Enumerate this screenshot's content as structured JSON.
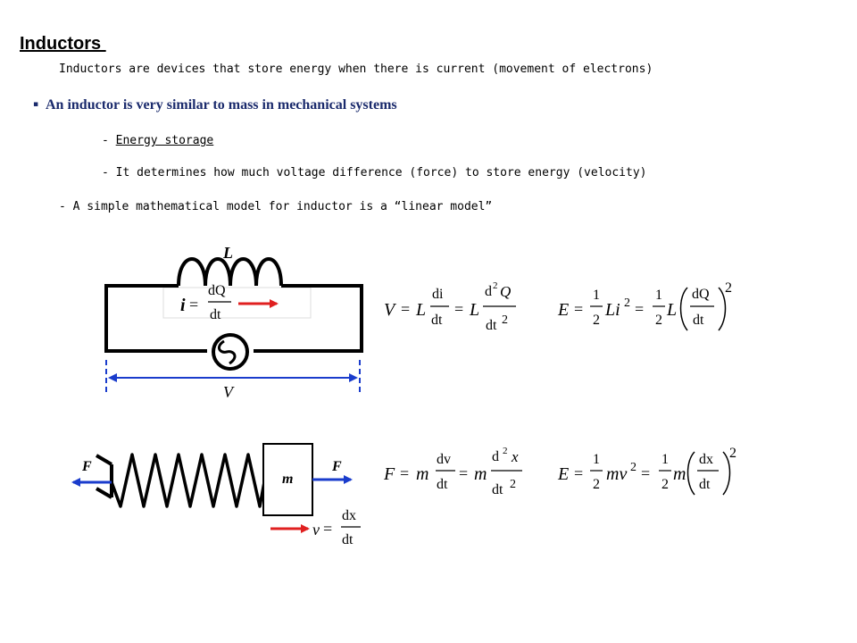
{
  "slide": {
    "title": "Inductors ",
    "intro": "Inductors are devices that store energy when there is current (movement of electrons)",
    "bullet_symbol": "▪",
    "bullet": "An inductor is very similar to mass in mechanical systems",
    "points": [
      {
        "dash": "- ",
        "text": "Energy storage"
      },
      {
        "dash": "- ",
        "text": "It determines how much voltage difference (force) to store energy (velocity)"
      },
      {
        "dash": "- ",
        "text": "A simple mathematical model for inductor is a “linear model”"
      }
    ]
  },
  "circuit": {
    "inductor_label": "L",
    "voltage_label": "V",
    "current_eq": {
      "lhs": "i",
      "eq": "=",
      "num": "dQ",
      "den": "dt"
    }
  },
  "equations": {
    "voltage": {
      "lhs": "V",
      "eq1": "=",
      "L1": "L",
      "num1": "di",
      "den1": "dt",
      "eq2": "=",
      "L2": "L",
      "num2": "d",
      "num2_exp": "2",
      "num2_var": "Q",
      "den2": "dt",
      "den2_exp": "2"
    },
    "energy_elec": {
      "lhs": "E",
      "eq1": "=",
      "n1": "1",
      "d1": "2",
      "Li": "Li",
      "exp1": "2",
      "eq2": "=",
      "n2": "1",
      "d2": "2",
      "L": "L",
      "num": "dQ",
      "den": "dt",
      "exp_outer": "2"
    },
    "force": {
      "lhs": "F",
      "eq1": "=",
      "m1": "m",
      "num1": "dv",
      "den1": "dt",
      "eq2": "=",
      "m2": "m",
      "num2": "d",
      "num2_exp": "2",
      "num2_var": "x",
      "den2": "dt",
      "den2_exp": "2"
    },
    "energy_mech": {
      "lhs": "E",
      "eq1": "=",
      "n1": "1",
      "d1": "2",
      "mv": "mv",
      "exp1": "2",
      "eq2": "=",
      "n2": "1",
      "d2": "2",
      "m": "m",
      "num": "dx",
      "den": "dt",
      "exp_outer": "2"
    }
  },
  "mechanical": {
    "force_left": "F",
    "force_right": "F",
    "mass_label": "m",
    "velocity_eq": {
      "lhs": "v",
      "eq": "=",
      "num": "dx",
      "den": "dt"
    }
  },
  "colors": {
    "arrow_red": "#e02020",
    "arrow_blue": "#1a3ccc",
    "bullet_navy": "#1a2a6c"
  }
}
